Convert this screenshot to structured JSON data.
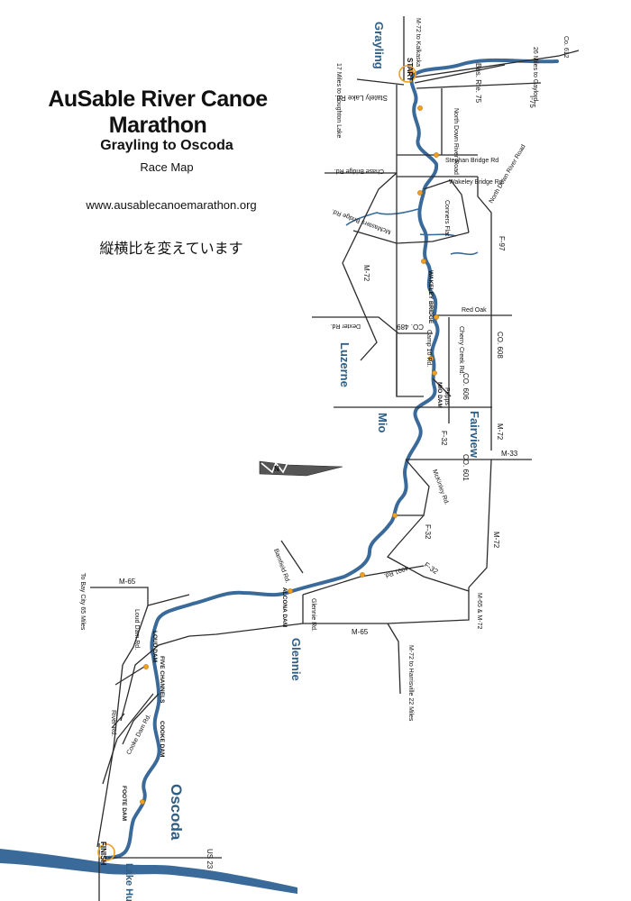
{
  "header": {
    "title": "AuSable River Canoe Marathon",
    "subtitle": "Grayling to Oscoda",
    "subsub": "Race Map",
    "website": "www.ausablecanoemarathon.org",
    "note": "縦横比を変えています"
  },
  "towns": {
    "grayling": "Grayling",
    "luzerne": "Luzerne",
    "mio": "Mio",
    "fairview": "Fairview",
    "glennie": "Glennie",
    "oscoda": "Oscoda",
    "lake": "Lake Huro"
  },
  "markers": {
    "start": "START",
    "finish": "FINISH",
    "north": "N"
  },
  "landmarks": {
    "wakeley": "WAKELEY BRIDGE",
    "mio_dam": "MIO DAM",
    "alcona": "ALCONA DAM",
    "loud": "LOUD DAM",
    "five_channels": "FIVE CHANNELS",
    "cooke": "COOKE DAM",
    "foote": "FOOTE DAM"
  },
  "roads": {
    "m72_top": "M-72 to Kalkaska",
    "co612": "Co. 612",
    "i75_gaylord": "26 Miles to Gaylord",
    "houghton": "17 Miles to Houghton Lake",
    "bus75": "Bus. Rte. 75",
    "i75": "I-75",
    "stately": "Stately Lake Rd.",
    "north_down_1": "North Down River Road",
    "stephan": "Stephan Bridge Rd",
    "chase": "Chase Bridge Rd.",
    "wakeley_rd": "Wakeley Bridge Rd.",
    "north_down_2": "North Down River Road",
    "conners": "Conners Flat",
    "mcmasters": "McMasters Bridge Rd.",
    "f97": "F-97",
    "m72_mid": "M-72",
    "red_oak": "Red Oak",
    "co489": "CO. 489",
    "dexter": "Dexter Rd.",
    "cherry": "Cherry Creek Rd.",
    "camp10": "Camp 10 Rd.",
    "co608": "CO. 608",
    "co606": "CO. 606",
    "popps": "Popps",
    "f32a": "F-32",
    "m72_c": "M-72",
    "m33": "M-33",
    "co601": "CO. 601",
    "mckinley": "McKinley Rd.",
    "f32b": "F-32",
    "m72_d": "M-72",
    "f32c": "F-32",
    "bamfield": "Bamfield Rd.",
    "rd4001": "4001 Rd.",
    "glennie_rd": "Glennie Rd.",
    "m65_a": "M-65",
    "m65_b": "M-65",
    "bay_city": "To Bay City 65 Miles",
    "m65_m72": "M-65 & M-72",
    "harrisville": "M-72 to Harrisville 22 Miles",
    "loud_dam_rd": "Loud Dam Rd.",
    "river_rd": "River Rd.",
    "cooke_dam_rd": "Cooke Dam Rd.",
    "us23": "US 23"
  },
  "colors": {
    "river": "#3a6a99",
    "roads": "#2b2b2b",
    "checkpoint": "#f0a020",
    "town_label": "#2e5e86"
  }
}
